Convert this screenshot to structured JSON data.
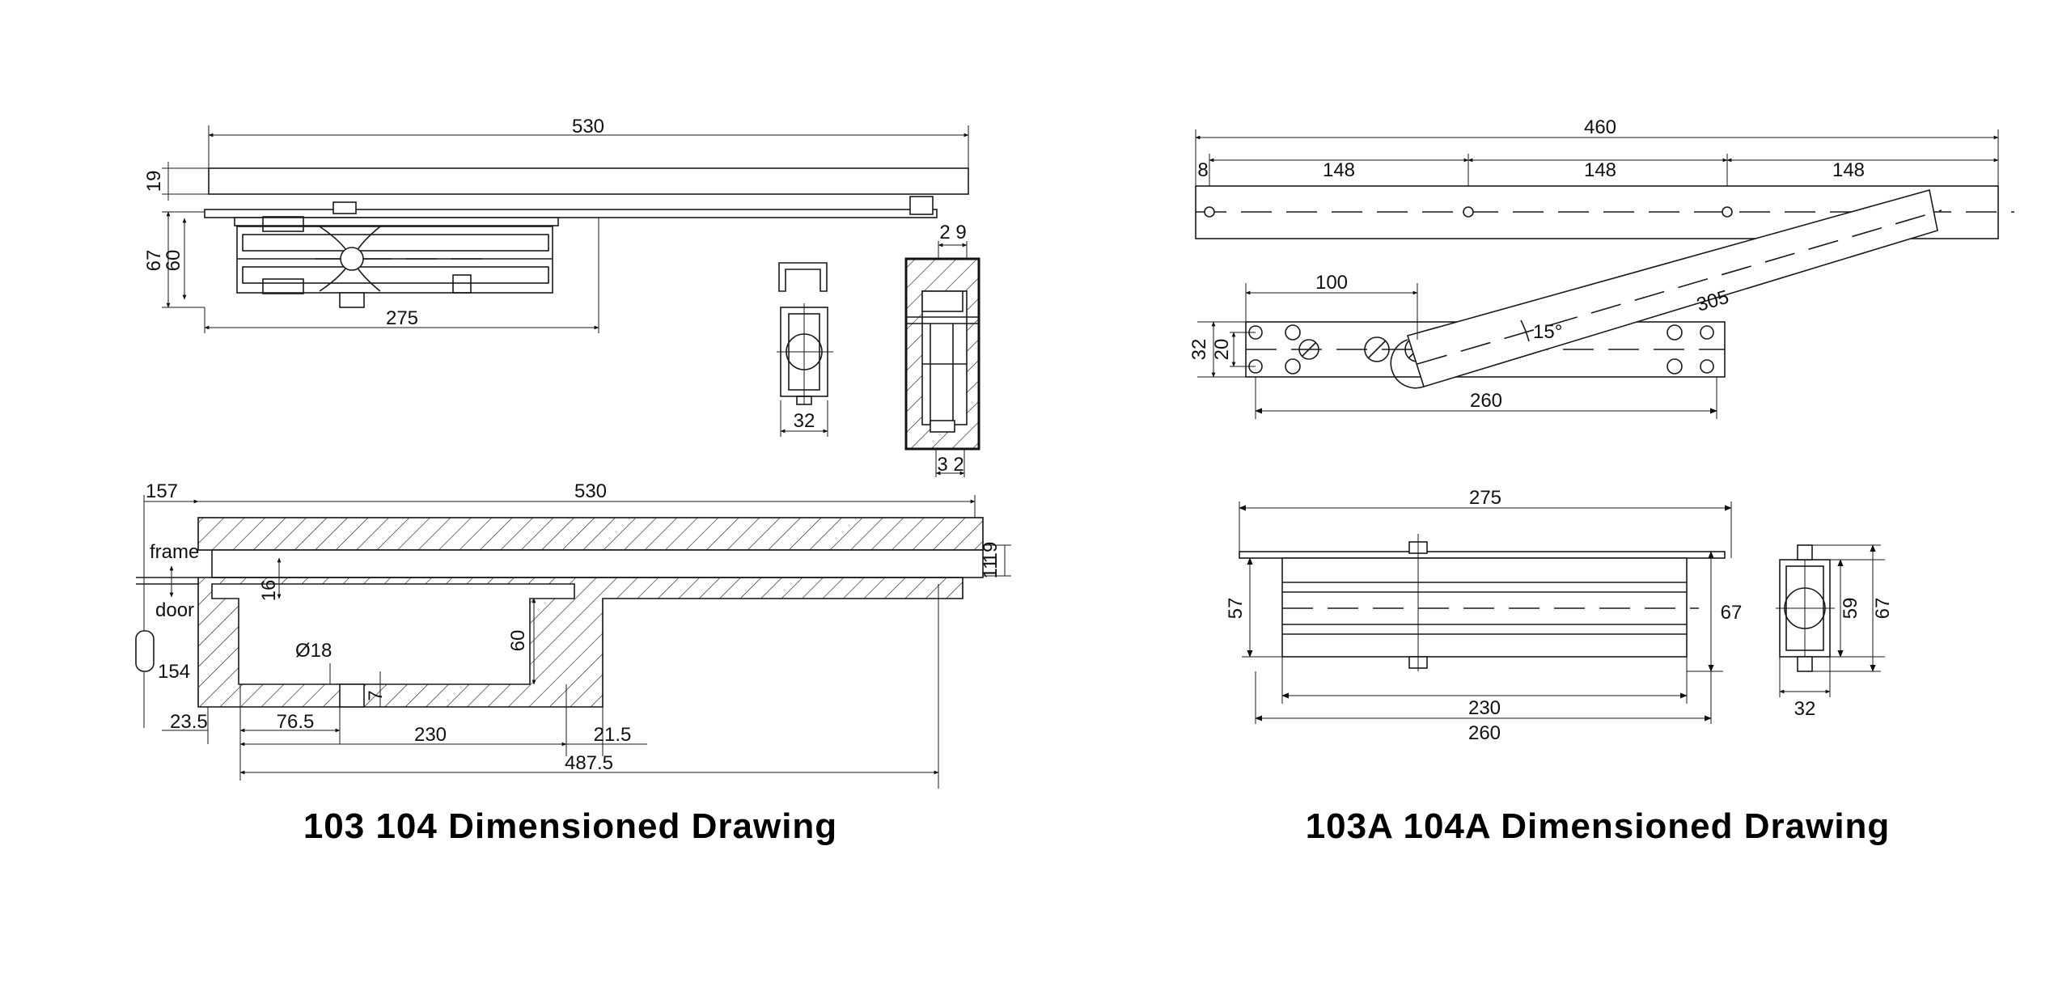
{
  "left": {
    "title": "103 104 Dimensioned Drawing",
    "top_view": {
      "overall_length": "530",
      "arm_thickness": "19",
      "body_height": "67",
      "body_height_inner": "60",
      "body_length": "275"
    },
    "section_a": {
      "width": "32"
    },
    "section_b": {
      "top_offset": "2 9",
      "bottom_offset": "3 2"
    },
    "install": {
      "overall_length": "530",
      "left_offset": "157",
      "frame_label": "frame",
      "door_label": "door",
      "depth_16": "16",
      "depth_60": "60",
      "hole_diameter": "Ø18",
      "slot_depth": "7",
      "gap_154": "154",
      "right_11": "11",
      "right_19": "19",
      "dim_23_5": "23.5",
      "dim_76_5": "76.5",
      "dim_230": "230",
      "dim_21_5": "21.5",
      "dim_487_5": "487.5"
    }
  },
  "right": {
    "title": "103A 104A Dimensioned Drawing",
    "arm_view": {
      "overall_length": "460",
      "edge_offset": "8",
      "spacing_1": "148",
      "spacing_2": "148",
      "spacing_3": "148"
    },
    "plate_view": {
      "dim_100": "100",
      "dim_20": "20",
      "dim_32": "32",
      "angle": "15°",
      "arm_length": "305",
      "plate_length": "260"
    },
    "body_view": {
      "top_length": "275",
      "height_57": "57",
      "height_67": "67",
      "length_230": "230",
      "length_260": "260"
    },
    "end_view": {
      "height_59": "59",
      "height_67": "67",
      "width_32": "32"
    }
  }
}
